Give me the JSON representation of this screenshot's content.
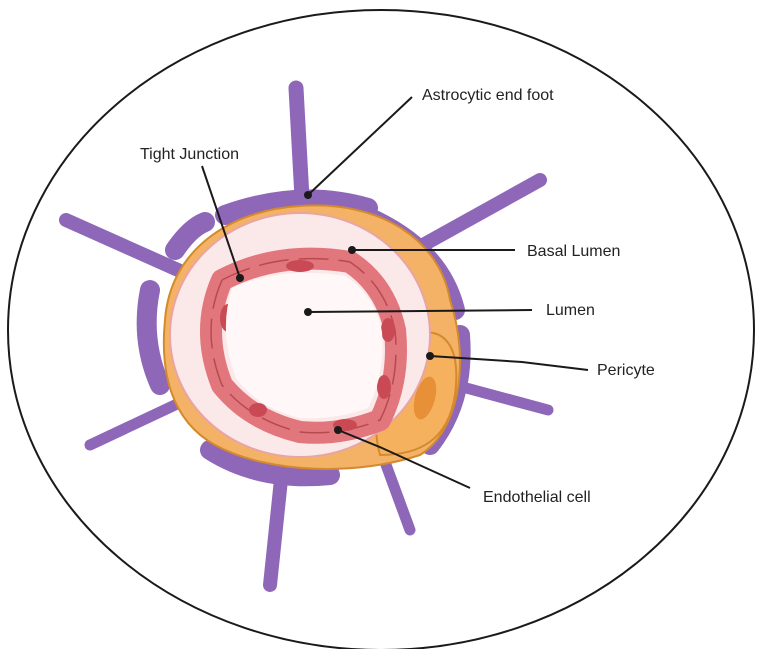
{
  "labels": {
    "astrocytic_end_foot": "Astrocytic end foot",
    "tight_junction": "Tight Junction",
    "basal_lumen": "Basal Lumen",
    "lumen": "Lumen",
    "pericyte": "Pericyte",
    "endothelial_cell": "Endothelial cell"
  },
  "colors": {
    "astrocyte": "#8e67b8",
    "basement_membrane": "#f4b266",
    "basement_outline": "#d48a2c",
    "basal_fill": "#fbe9ea",
    "endothelium": "#e1767c",
    "endothelium_outline": "#b64a50",
    "nucleus": "#c94a55",
    "pericyte": "#f6b15f",
    "pericyte_nucleus": "#e89038"
  }
}
